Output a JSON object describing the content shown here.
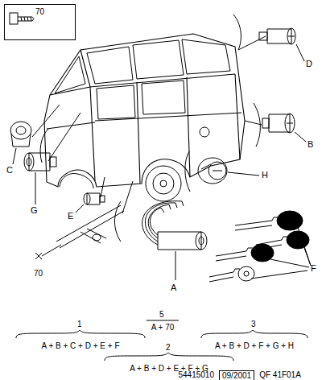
{
  "diagram": {
    "nodes": [
      {
        "text": [
          "70"
        ]
      },
      {
        "text": [
          "09/2001"
        ]
      }
    ],
    "labels": [
      "D",
      "C",
      "G",
      "E",
      "H",
      "B",
      "70",
      "A",
      "F",
      "1",
      "A + B + C + D + E + F",
      "5",
      "A + 70",
      "3",
      "A + B + D + F + G + H",
      "2",
      "A + B + D + E + F + G",
      "54415010",
      "QF 41F01A"
    ]
  }
}
